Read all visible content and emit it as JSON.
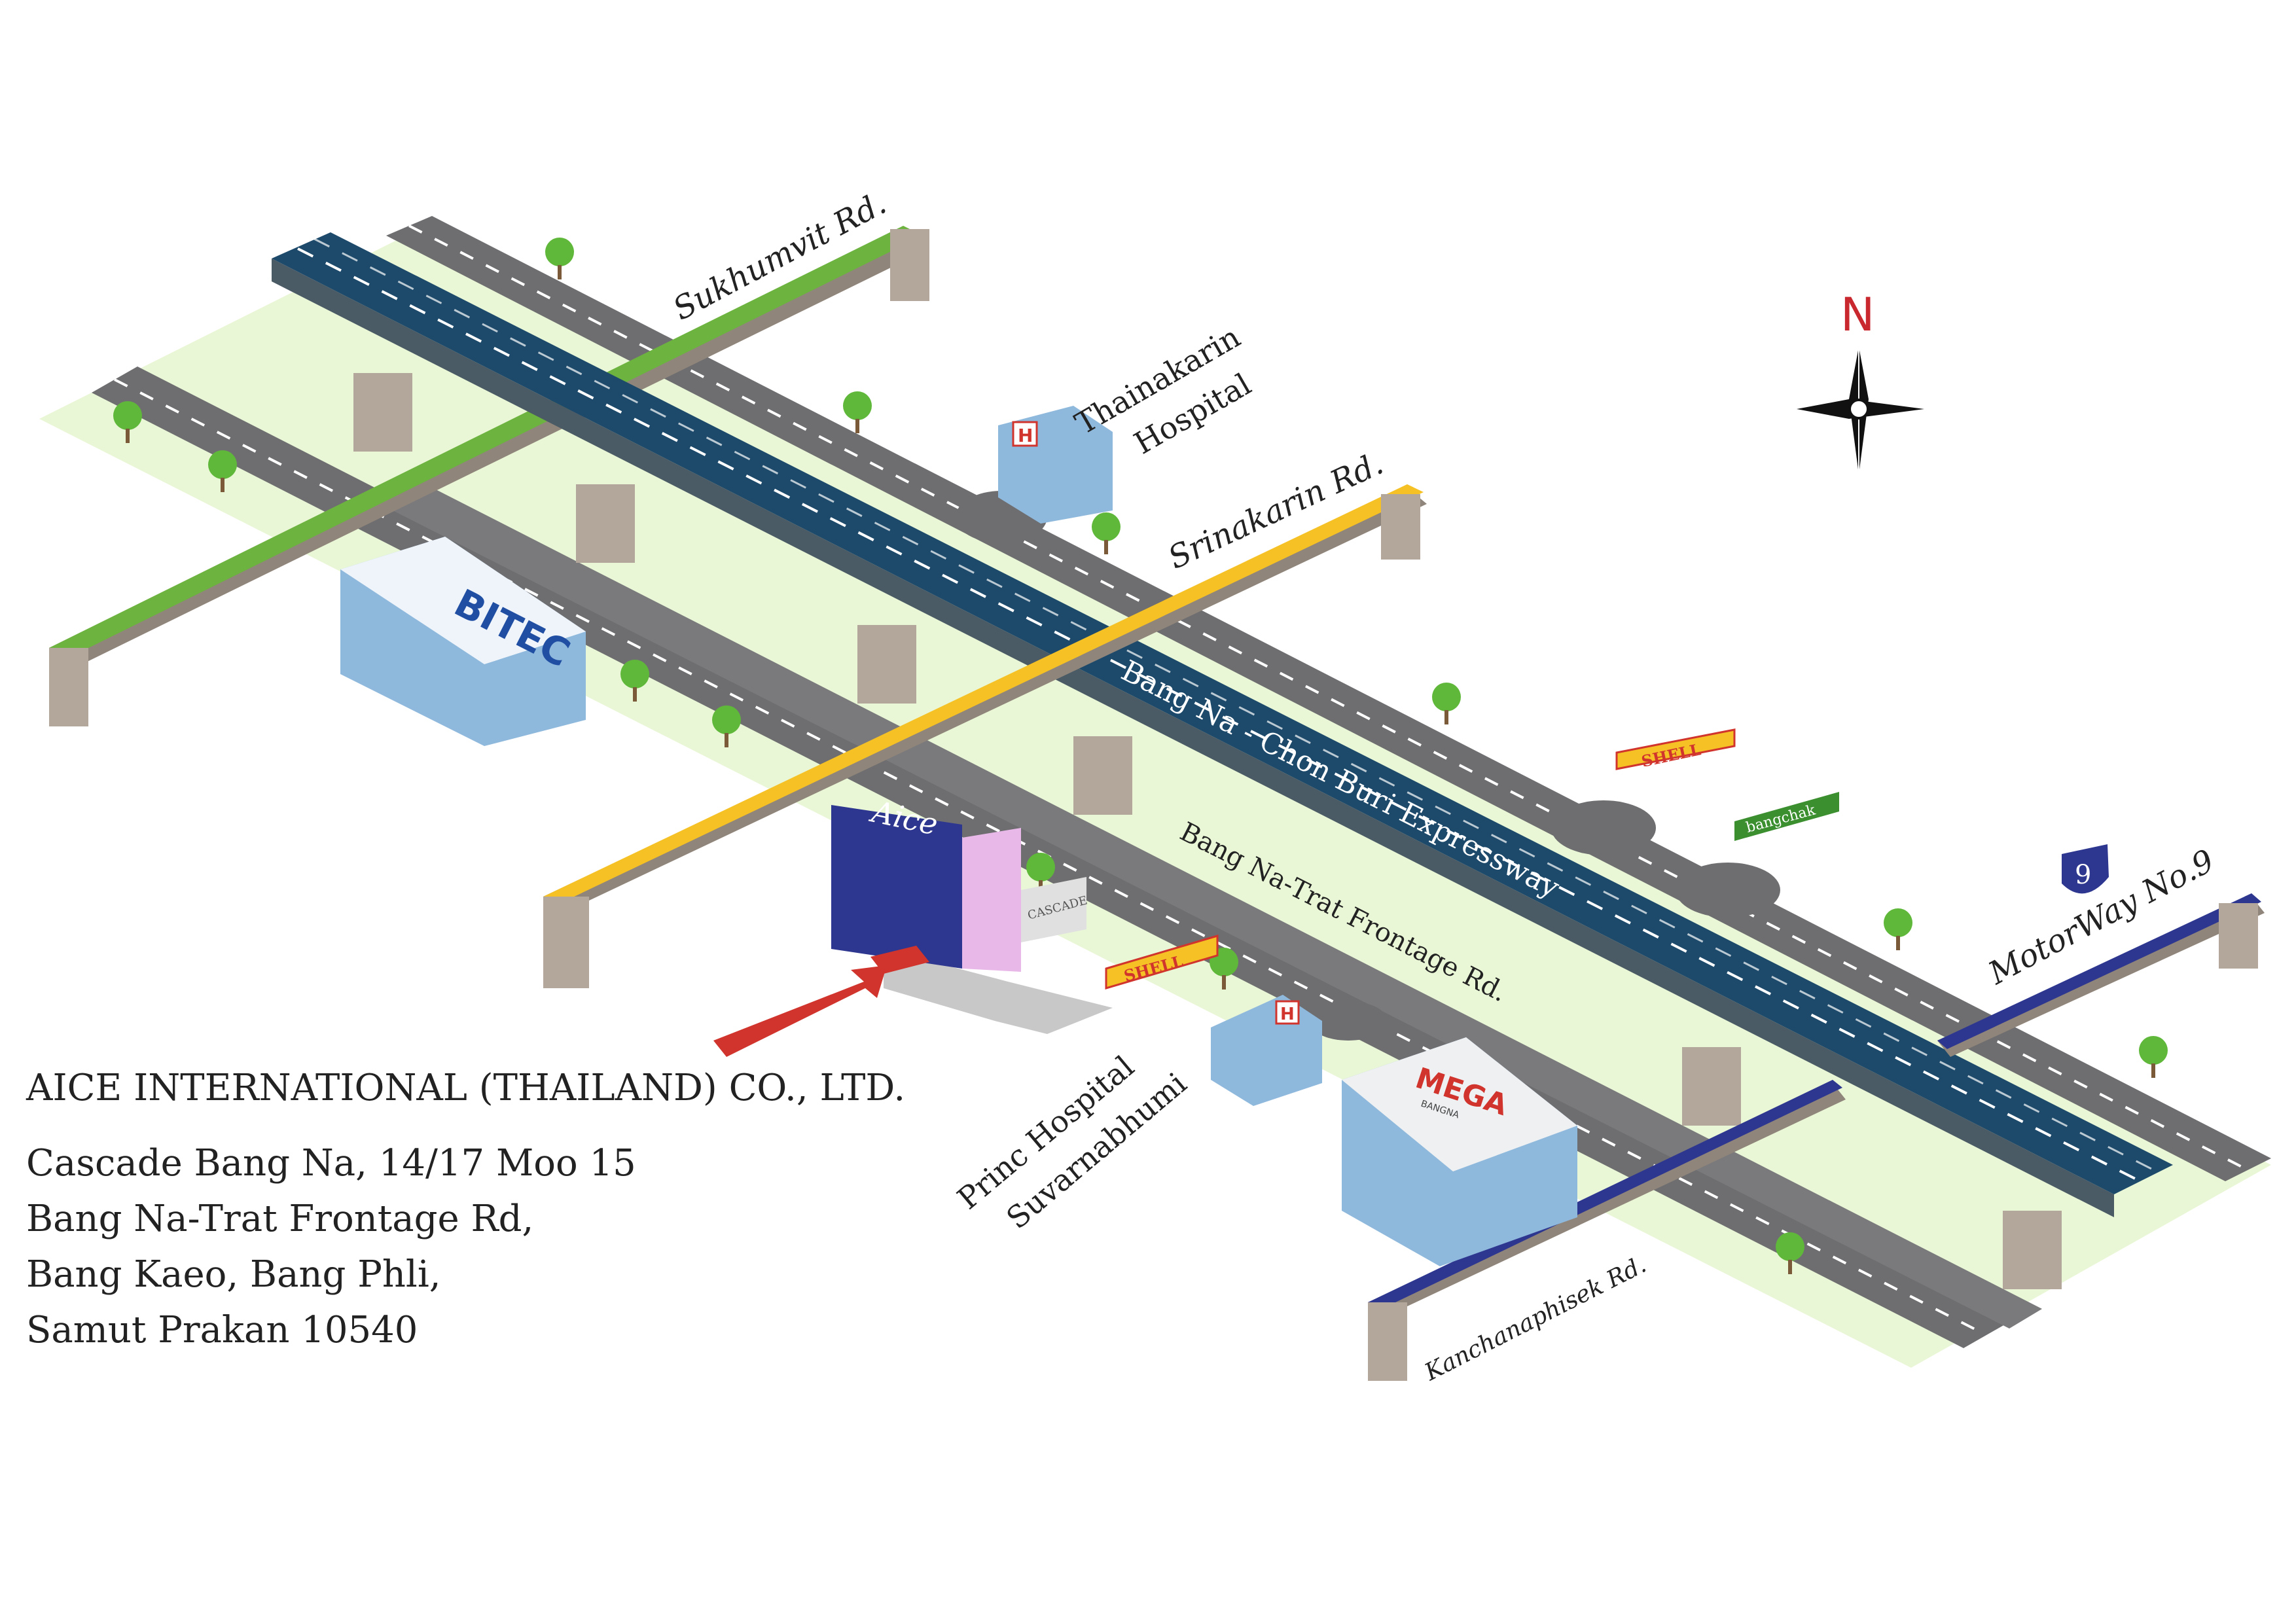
{
  "compass": {
    "letter": "N"
  },
  "roads": {
    "sukhumvit": "Sukhumvit Rd.",
    "srinakarin": "Srinakarin Rd.",
    "expressway": "Bang Na - Chon Buri Expressway",
    "frontage": "Bang Na-Trat Frontage Rd.",
    "motorway": "MotorWay No.9",
    "kanchanaphisek": "Kanchanaphisek Rd."
  },
  "motorway_shield": "9",
  "places": {
    "thainakarin_1": "Thainakarin",
    "thainakarin_2": "Hospital",
    "princ_1": "Princ Hospital",
    "princ_2": "Suvarnabhumi",
    "bitec": "BITEC",
    "aice": "Aice",
    "cascade": "CASCADE",
    "mega": "MEGA",
    "mega_sub": "BANGNA",
    "shell": "SHELL",
    "bangchak": "bangchak",
    "hospital_mark": "H"
  },
  "address": {
    "company": "AICE INTERNATIONAL (THAILAND) CO., LTD.",
    "line1": "Cascade Bang Na, 14/17 Moo 15",
    "line2": "Bang Na-Trat Frontage Rd,",
    "line3": "Bang Kaeo, Bang Phli,",
    "line4": "Samut Prakan 10540"
  },
  "colors": {
    "ground": "#e9f7d6",
    "expressway": "#1d4a6b",
    "road_gray": "#6e6e70",
    "pillar": "#b3a69a",
    "sukhumvit": "#6db33f",
    "srinakarin": "#f5c125",
    "motorway": "#2e3790",
    "arrow": "#d0342c",
    "compass_letter": "#c8282e"
  }
}
